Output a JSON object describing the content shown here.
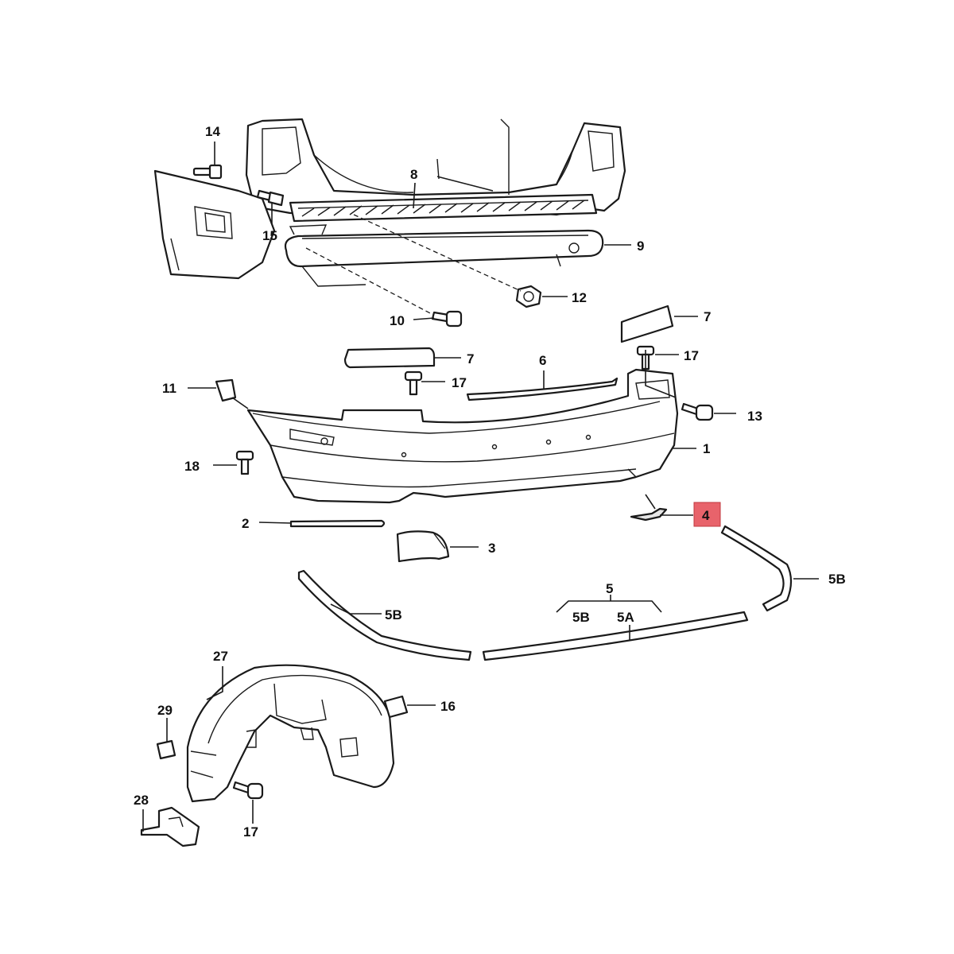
{
  "highlight_color": "#e8636b",
  "callouts": {
    "c1": "1",
    "c2": "2",
    "c3": "3",
    "c4": "4",
    "c5": "5",
    "c5a": "5A",
    "c5b_group": "5B",
    "c5b_left": "5B",
    "c5b_right": "5B",
    "c6": "6",
    "c7_top": "7",
    "c7_mid": "7",
    "c8": "8",
    "c9": "9",
    "c10": "10",
    "c11": "11",
    "c12": "12",
    "c13": "13",
    "c14": "14",
    "c15": "15",
    "c16": "16",
    "c17_a": "17",
    "c17_b": "17",
    "c17_c": "17",
    "c18": "18",
    "c27": "27",
    "c28": "28",
    "c29": "29"
  }
}
